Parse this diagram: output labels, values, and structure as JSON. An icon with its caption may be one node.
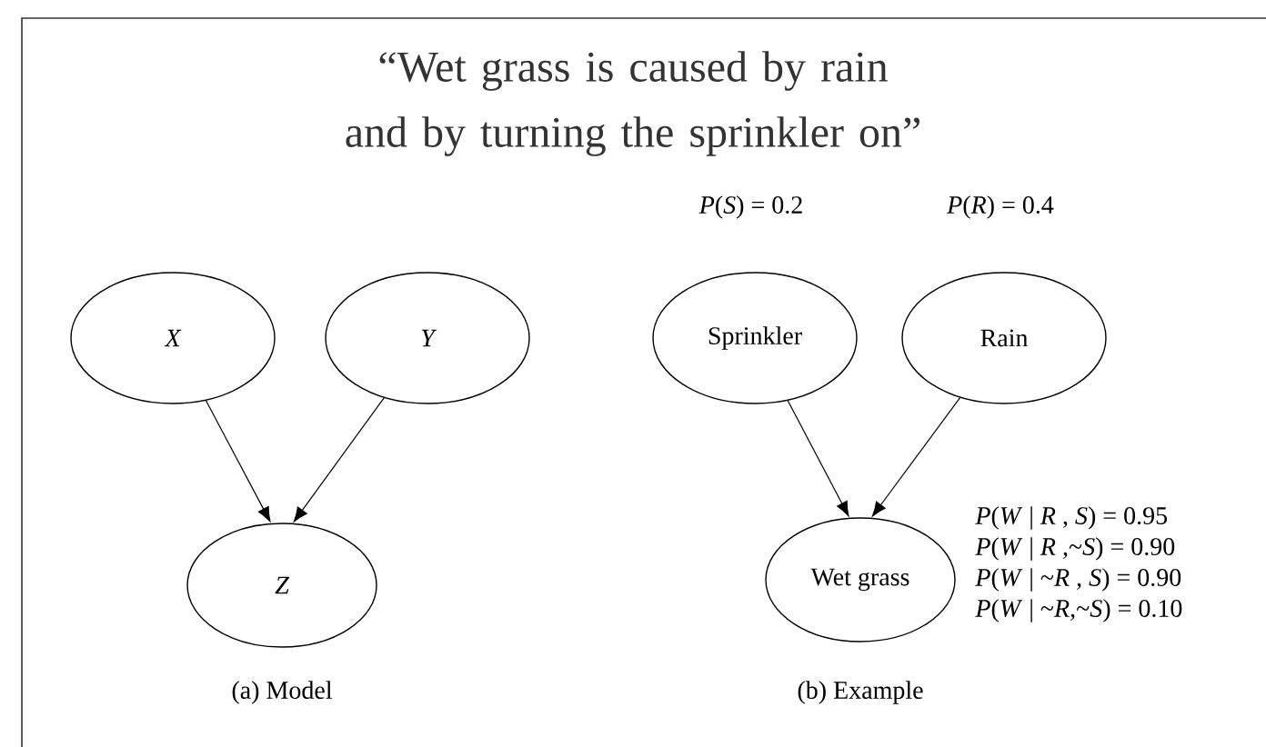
{
  "diagram": {
    "title": "“Wet grass is caused by rain and by turning the sprinkler on”",
    "nodes": [
      {
        "text": [
          "X"
        ]
      },
      {
        "text": [
          "Y"
        ]
      },
      {
        "text": [
          "Z"
        ]
      },
      {
        "text": [
          "Sprinkler"
        ],
        "beside": [
          "*P*(*S*) = 0.2"
        ]
      },
      {
        "text": [
          "Rain"
        ],
        "beside": [
          "*P*(*R*) = 0.4"
        ]
      },
      {
        "text": [
          "Wet grass"
        ],
        "beside": [
          "*P*(*W* | *R* , *S*) = 0.95",
          "*P*(*W* | *R* ,~*S*) = 0.90",
          "*P*(*W* | ~*R* , *S*) = 0.90",
          "*P*(*W* | ~*R*,~*S*) = 0.10"
        ]
      }
    ],
    "edges": [
      {
        "from": 0,
        "to": 2,
        "arrow": "to"
      },
      {
        "from": 1,
        "to": 2,
        "arrow": "to"
      },
      {
        "from": 3,
        "to": 5,
        "arrow": "to"
      },
      {
        "from": 4,
        "to": 5,
        "arrow": "to"
      }
    ],
    "labels": [
      "(a) Model",
      "(b) Example"
    ]
  }
}
